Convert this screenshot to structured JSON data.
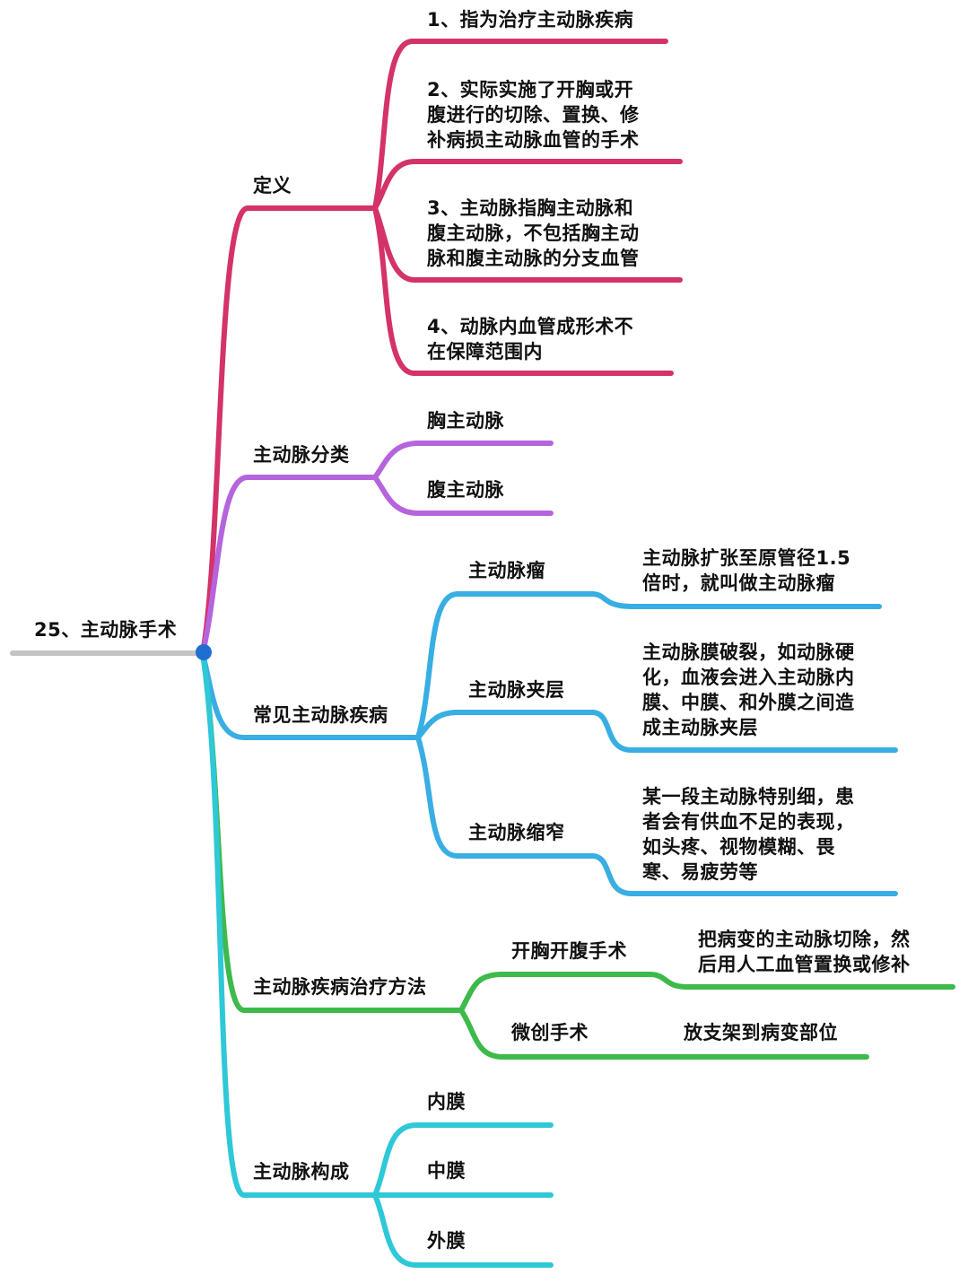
{
  "colors": {
    "root_line": "#c3c3c3",
    "root_dot": "#1f6fd1",
    "definition": "#d4336a",
    "classification": "#b664dd",
    "diseases": "#38aee3",
    "treatment": "#3dba4b",
    "composition": "#2ec8d8"
  },
  "root": {
    "label": "25、主动脉手术"
  },
  "branches": {
    "definition": {
      "label": "定义",
      "items": [
        {
          "lines": [
            "1、指为治疗主动脉疾病"
          ]
        },
        {
          "lines": [
            "2、实际实施了开胸或开",
            "腹进行的切除、置换、修",
            "补病损主动脉血管的手术"
          ]
        },
        {
          "lines": [
            "3、主动脉指胸主动脉和",
            "腹主动脉，不包括胸主动",
            "脉和腹主动脉的分支血管"
          ]
        },
        {
          "lines": [
            "4、动脉内血管成形术不",
            "在保障范围内"
          ]
        }
      ]
    },
    "classification": {
      "label": "主动脉分类",
      "items": [
        {
          "label": "胸主动脉"
        },
        {
          "label": "腹主动脉"
        }
      ]
    },
    "diseases": {
      "label": "常见主动脉疾病",
      "items": [
        {
          "label": "主动脉瘤",
          "detail": [
            "主动脉扩张至原管径1.5",
            "倍时，就叫做主动脉瘤"
          ]
        },
        {
          "label": "主动脉夹层",
          "detail": [
            "主动脉膜破裂，如动脉硬",
            "化，血液会进入主动脉内",
            "膜、中膜、和外膜之间造",
            "成主动脉夹层"
          ]
        },
        {
          "label": "主动脉缩窄",
          "detail": [
            "某一段主动脉特别细，患",
            "者会有供血不足的表现，",
            "如头疼、视物模糊、畏",
            "寒、易疲劳等"
          ]
        }
      ]
    },
    "treatment": {
      "label": "主动脉疾病治疗方法",
      "items": [
        {
          "label": "开胸开腹手术",
          "detail": [
            "把病变的主动脉切除，然",
            "后用人工血管置换或修补"
          ]
        },
        {
          "label": "微创手术",
          "detail": [
            "放支架到病变部位"
          ]
        }
      ]
    },
    "composition": {
      "label": "主动脉构成",
      "items": [
        {
          "label": "内膜"
        },
        {
          "label": "中膜"
        },
        {
          "label": "外膜"
        }
      ]
    }
  }
}
